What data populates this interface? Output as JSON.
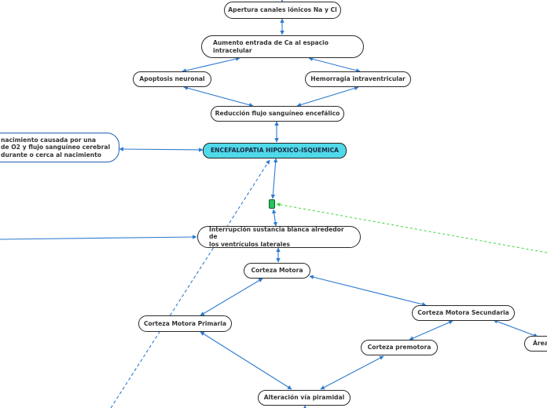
{
  "nodes": {
    "apertura": "Apertura canales iónicos Na y Cl",
    "aumento_line1": "Aumento entrada de Ca al espacio",
    "aumento_line2": "intracelular",
    "apoptosis": "Apoptosis neuronal",
    "hemorragia": "Hemorragia intraventricular",
    "reduccion": "Reducción flujo sanguíneo encefálico",
    "encefalopatia": "ENCEFALOPATIA HIPOXICO-ISQUEMICA",
    "definicion_line1": "nacimiento causada por una",
    "definicion_line2": "de O2 y flujo sanguíneo cerebral",
    "definicion_line3": "durante o cerca al nacimiento",
    "interrupcion_line1": "Interrupción sustancia blanca alrededor de",
    "interrupcion_line2": "los ventrículos laterales",
    "corteza_motora": "Corteza Motora",
    "corteza_primaria": "Corteza Motora Primaria",
    "corteza_secundaria": "Corteza Motora Secundaria",
    "corteza_premotora": "Corteza premotora",
    "area": "Área",
    "alteracion": "Alteración vía piramidal"
  },
  "colors": {
    "link": "#2f7bd0",
    "node_border": "#2b2b2b",
    "main_fill": "#4fd9e9",
    "marker": "#22c55e",
    "dashed_green": "#3fd63f"
  }
}
